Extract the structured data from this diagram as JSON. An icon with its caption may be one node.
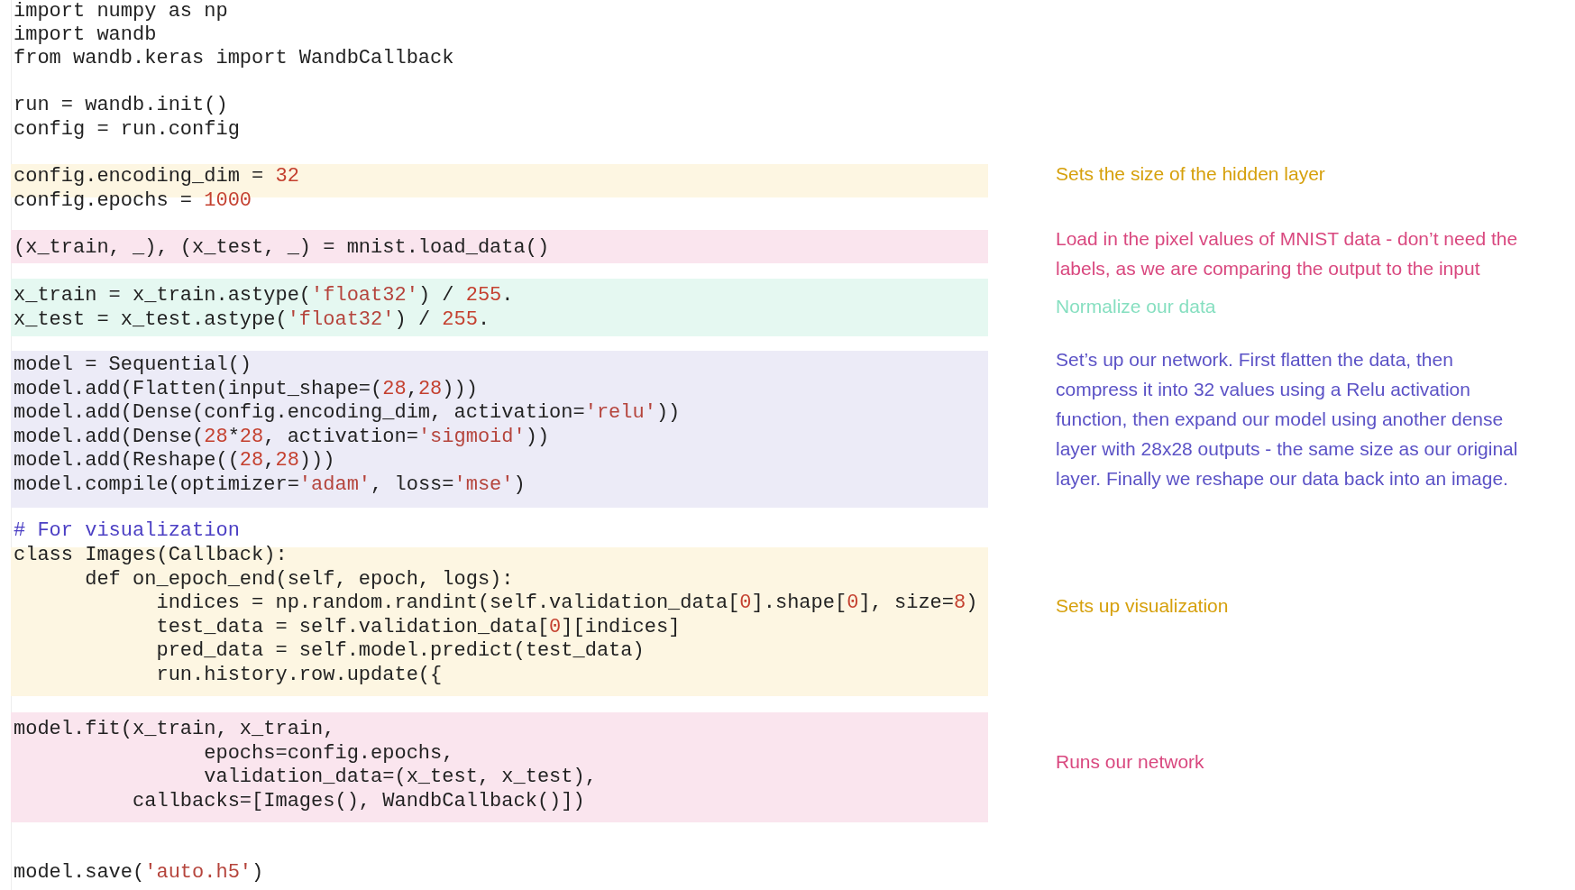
{
  "diagram": {
    "nodes": [
      {
        "text": [
          "config.encoding_dim = 32"
        ],
        "beside": [
          "Sets the size of the hidden layer"
        ]
      },
      {
        "text": [
          "(x_train, _), (x_test, _) = mnist.load_data()"
        ],
        "beside": [
          "Load in the pixel values of MNIST data - don’t need the labels, as we are comparing the output to the input"
        ]
      },
      {
        "text": [
          "x_train = x_train.astype('float32') / 255.",
          "x_test = x_test.astype('float32') / 255."
        ],
        "beside": [
          "Normalize our data"
        ]
      },
      {
        "text": [
          "model = Sequential()",
          "model.add(Flatten(input_shape=(28,28)))",
          "model.add(Dense(config.encoding_dim, activation='relu'))",
          "model.add(Dense(28*28, activation='sigmoid'))",
          "model.add(Reshape((28,28)))",
          "model.compile(optimizer='adam', loss='mse')"
        ],
        "beside": [
          "Set’s up our network. First flatten the data, then compress it into 32 values using a Relu activation function, then expand our model using another dense layer with 28x28 outputs - the same size as our original layer. Finally we reshape our data back into an image."
        ]
      },
      {
        "text": [
          "class Images(Callback):",
          "      def on_epoch_end(self, epoch, logs):",
          "            indices = np.random.randint(self.validation_data[0].shape[0], size=8)",
          "            test_data = self.validation_data[0][indices]",
          "            pred_data = self.model.predict(test_data)",
          "            run.history.row.update({"
        ],
        "beside": [
          "Sets up visualization"
        ]
      },
      {
        "text": [
          "model.fit(x_train, x_train,",
          "                epochs=config.epochs,",
          "                validation_data=(x_test, x_test),",
          "          callbacks=[Images(), WandbCallback()])"
        ],
        "beside": [
          "Runs our network"
        ]
      }
    ],
    "labels": [
      "import numpy as np",
      "import wandb",
      "from wandb.keras import WandbCallback",
      "run = wandb.init()",
      "config = run.config",
      "config.epochs = 1000",
      "# For visualization",
      "model.save('auto.h5')"
    ]
  }
}
